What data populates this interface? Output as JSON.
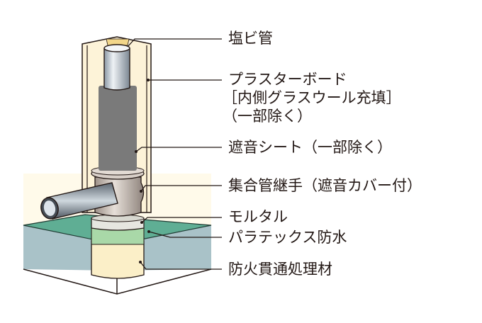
{
  "labels": {
    "pvc_pipe": "塩ビ管",
    "plasterboard": "プラスターボード",
    "plasterboard_note1": "［内側グラスウール充填］",
    "plasterboard_note2": "（一部除く）",
    "sound_sheet": "遮音シート（一部除く）",
    "joint": "集合管継手（遮音カバー付）",
    "mortar": "モルタル",
    "waterproof": "パラテックス防水",
    "fire_material": "防火貫通処理材"
  },
  "colors": {
    "wall": "#fdf3d8",
    "sheet": "#7a7a7a",
    "slab_top": "#5fae94",
    "slab_side": "#a9c2c8",
    "fire": "#fbefc8",
    "band": "#a9d8a8"
  }
}
